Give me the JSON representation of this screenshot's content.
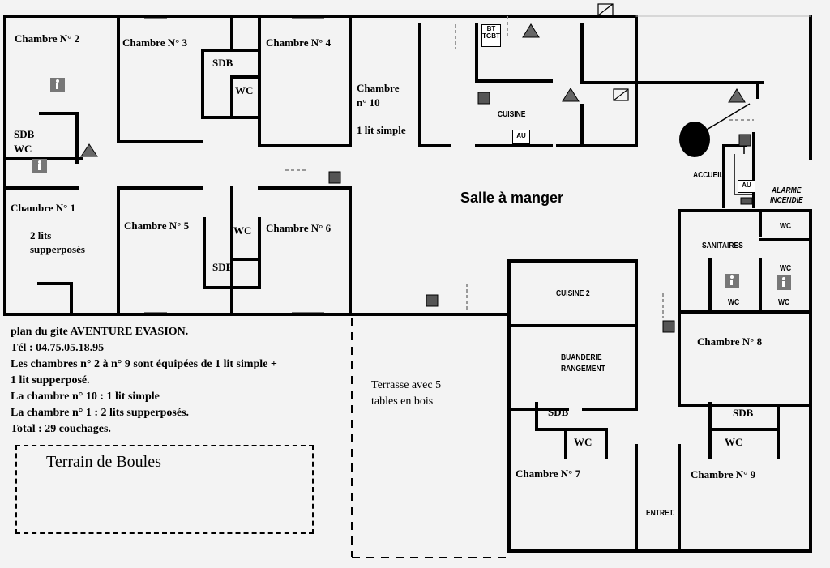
{
  "rooms": {
    "chambre2": "Chambre N° 2",
    "chambre3": "Chambre N° 3",
    "chambre4": "Chambre N° 4",
    "chambre10_a": "Chambre",
    "chambre10_b": "n° 10",
    "chambre10_c": "1 lit simple",
    "chambre1": "Chambre N° 1",
    "chambre1_beds_a": "2 lits",
    "chambre1_beds_b": "supperposés",
    "chambre5": "Chambre N° 5",
    "chambre6": "Chambre N° 6",
    "chambre7": "Chambre N° 7",
    "chambre8": "Chambre N° 8",
    "chambre9": "Chambre N° 9",
    "sdb": "SDB",
    "wc": "WC",
    "cuisine": "CUISINE",
    "cuisine2": "CUISINE 2",
    "buanderie_a": "BUANDERIE",
    "buanderie_b": "RANGEMENT",
    "sanitaires": "SANITAIRES",
    "accueil": "ACCUEIL",
    "alarme_a": "ALARME",
    "alarme_b": "INCENDIE",
    "entret": "ENTRET.",
    "salle": "Salle à manger",
    "terrasse_a": "Terrasse avec 5",
    "terrasse_b": "tables en bois",
    "boules": "Terrain de Boules",
    "au": "AU",
    "bt_a": "BT",
    "bt_b": "TGBT"
  },
  "notes": [
    "plan du gite AVENTURE EVASION.",
    "Tél : 04.75.05.18.95",
    "Les chambres n° 2 à n° 9 sont équipées de 1 lit simple +",
    "1 lit supperposé.",
    "La chambre n° 10 : 1 lit simple",
    "La chambre n° 1 : 2 lits supperposés.",
    "Total : 29 couchages."
  ],
  "icons": {
    "wheelchair": "wheelchair-icon",
    "extinguisher": "fire-extinguisher-icon",
    "light": "emergency-light-icon",
    "exit_arrow": "exit-arrow-icon"
  }
}
